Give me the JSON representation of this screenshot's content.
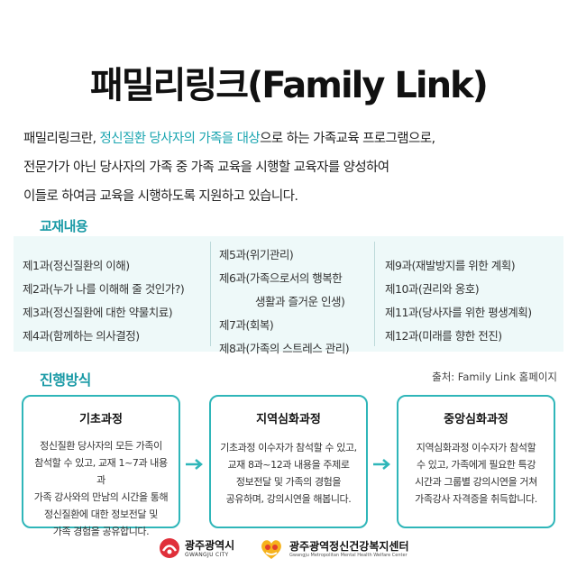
{
  "title": "패밀리링크(Family Link)",
  "intro": {
    "line1_a": "패밀리링크란, ",
    "line1_b": "정신질환 당사자의 가족을 대상",
    "line1_c": "으로 하는 가족교육 프로그램으로,",
    "line2": "전문가가 아닌 당사자의 가족 중 가족 교육을 시행할 교육자를 양성하여",
    "line3": "이들로 하여금 교육을 시행하도록 지원하고 있습니다."
  },
  "content_tag": "교재내용",
  "curriculum": {
    "col1": [
      "제1과(정신질환의 이해)",
      "제2과(누가 나를 이해해 줄 것인가?)",
      "제3과(정신질환에 대한 약물치료)",
      "제4과(함께하는 의사결정)"
    ],
    "col2": [
      "제5과(위기관리)",
      "제6과(가족으로서의 행복한",
      "생활과 즐거운 인생)",
      "제7과(회복)",
      "제8과(가족의 스트레스 관리)"
    ],
    "col3": [
      "제9과(재발방지를 위한 계획)",
      "제10과(권리와 옹호)",
      "제11과(당사자를 위한 평생계획)",
      "제12과(미래를 향한 전진)"
    ]
  },
  "method_tag": "진행방식",
  "source": "출처: Family Link 홈페이지",
  "stages": [
    {
      "title": "기초과정",
      "body": [
        "정신질환 당사자의 모든 가족이",
        "참석할 수 있고, 교재 1~7과 내용과",
        "가족 강사와의 만남의 시간을 통해",
        "정신질환에 대한 정보전달 및",
        "가족 경험을 공유합니다."
      ]
    },
    {
      "title": "지역심화과정",
      "body": [
        "기초과정 이수자가 참석할 수 있고,",
        "교재 8과~12과 내용을 주제로",
        "정보전달 및 가족의 경험을",
        "공유하며, 강의시연을 해봅니다."
      ]
    },
    {
      "title": "중앙심화과정",
      "body": [
        "지역심화과정 이수자가 참석할",
        "수 있고, 가족에게 필요한 특강",
        "시간과 그룹별 강의시연을 거쳐",
        "가족강사 자격증을 취득합니다."
      ]
    }
  ],
  "footer": {
    "logo1_name": "광주광역시",
    "logo1_sub": "GWANGJU CITY",
    "logo2_name": "광주광역정신건강복지센터",
    "logo2_sub": "Gwangju Metropolitan Mental Health Welfare Center"
  },
  "colors": {
    "accent": "#2fb6b9",
    "highlight_text": "#1aa5b0",
    "panel_bg": "#eef9f9"
  }
}
